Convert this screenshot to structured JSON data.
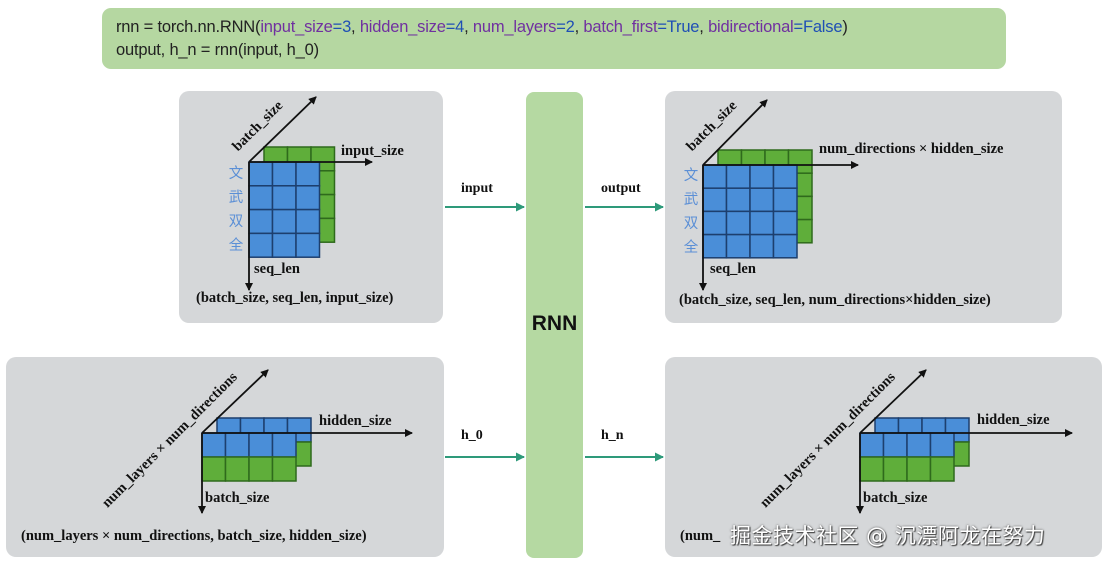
{
  "code": {
    "line1": {
      "prefix": "rnn = torch.nn.RNN(",
      "args": [
        {
          "name": "input_size",
          "eq": "=",
          "value": "3",
          "sep": ", "
        },
        {
          "name": "hidden_size",
          "eq": "=",
          "value": "4",
          "sep": ", "
        },
        {
          "name": "num_layers",
          "eq": "=",
          "value": "2",
          "sep": ", "
        },
        {
          "name": "batch_first",
          "eq": "=",
          "value": "True",
          "sep": ", "
        },
        {
          "name": "bidirectional",
          "eq": "=",
          "value": "False",
          "sep": ""
        }
      ],
      "suffix": ")"
    },
    "line2": "output, h_n = rnn(input, h_0)"
  },
  "rnn_block": {
    "label": "RNN"
  },
  "flows": {
    "input": "input",
    "output": "output",
    "h_0": "h_0",
    "h_n": "h_n"
  },
  "panels": {
    "input": {
      "axis_diag": "batch_size",
      "axis_right": "input_size",
      "axis_down": "seq_len",
      "side_chars": [
        "文",
        "武",
        "双",
        "全"
      ],
      "shape": "(batch_size, seq_len, input_size)",
      "grid": {
        "cols": 3,
        "rows": 4,
        "front_color": "#4a8ed8",
        "back_color": "#5fae3a"
      }
    },
    "output": {
      "axis_diag": "batch_size",
      "axis_right": "num_directions × hidden_size",
      "axis_down": "seq_len",
      "side_chars": [
        "文",
        "武",
        "双",
        "全"
      ],
      "shape": "(batch_size, seq_len, num_directions×hidden_size)",
      "grid": {
        "cols": 4,
        "rows": 4,
        "front_color": "#4a8ed8",
        "back_color": "#5fae3a"
      }
    },
    "h_0": {
      "axis_diag": "num_layers × num_directions",
      "axis_right": "hidden_size",
      "axis_down": "batch_size",
      "shape": "(num_layers × num_directions, batch_size, hidden_size)",
      "grid": {
        "cols": 4,
        "rows": 2,
        "row_colors": [
          "#4a8ed8",
          "#5fae3a"
        ]
      }
    },
    "h_n": {
      "axis_diag": "num_layers × num_directions",
      "axis_right": "hidden_size",
      "axis_down": "batch_size",
      "shape": "(num_layers × num_directions, batch_size, hidden_size)",
      "shape_visible_prefix": "(num_",
      "grid": {
        "cols": 4,
        "rows": 2,
        "row_colors": [
          "#4a8ed8",
          "#5fae3a"
        ]
      }
    }
  },
  "colors": {
    "panel_bg": "#d5d7d9",
    "code_bg": "#b5d7a1",
    "rnn_bg": "#b5d9a2",
    "flow_arrow": "#2e9a7a",
    "cell_blue": "#4a8ed8",
    "cell_green": "#5fae3a",
    "cell_border": "#1d3f6e",
    "cell_border_green": "#2f6a1c"
  },
  "watermark": "掘金技术社区 @ 沉漂阿龙在努力"
}
